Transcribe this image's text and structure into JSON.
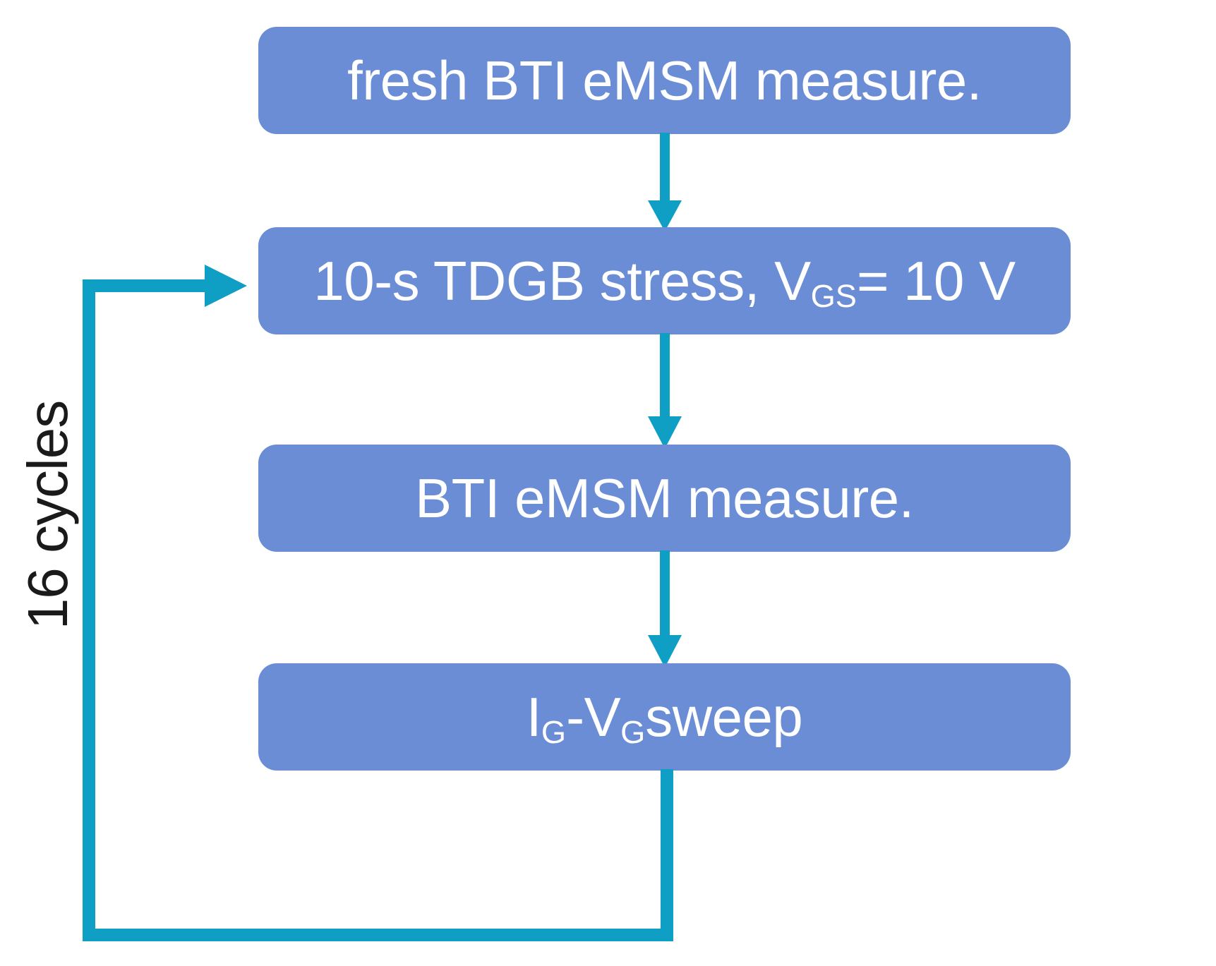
{
  "diagram": {
    "title": "BTI eMSM / TDGB stress cycling measurement flow",
    "colors": {
      "box_fill": "#6b8dd6",
      "box_text": "#ffffff",
      "arrow": "#0f9ec4",
      "loop_line": "#0f9ec4",
      "label_text": "#1a1a1a",
      "background": "#ffffff"
    },
    "cycle_label": "16 cycles",
    "steps": [
      {
        "id": "fresh-measure",
        "text": "fresh BTI eMSM measure.",
        "parts": [
          {
            "type": "text",
            "value": "fresh BTI eMSM measure."
          }
        ]
      },
      {
        "id": "tdgb-stress",
        "text": "10-s TDGB stress, VGS= 10 V",
        "parts": [
          {
            "type": "text",
            "value": "10-s  TDGB stress,  V"
          },
          {
            "type": "sub",
            "value": "GS"
          },
          {
            "type": "text",
            "value": "= 10 V"
          }
        ]
      },
      {
        "id": "bti-measure",
        "text": "BTI eMSM measure.",
        "parts": [
          {
            "type": "text",
            "value": "BTI eMSM measure."
          }
        ]
      },
      {
        "id": "ig-vg-sweep",
        "text": "IG-VG sweep",
        "parts": [
          {
            "type": "text",
            "value": "I"
          },
          {
            "type": "sub",
            "value": "G"
          },
          {
            "type": "text",
            "value": "-V"
          },
          {
            "type": "sub",
            "value": "G"
          },
          {
            "type": "text",
            "value": " sweep"
          }
        ]
      }
    ],
    "connectors": [
      {
        "id": "arrow-fresh-to-stress",
        "from": "fresh-measure",
        "to": "tdgb-stress",
        "kind": "down-arrow"
      },
      {
        "id": "arrow-stress-to-measure",
        "from": "tdgb-stress",
        "to": "bti-measure",
        "kind": "down-arrow"
      },
      {
        "id": "arrow-measure-to-sweep",
        "from": "bti-measure",
        "to": "ig-vg-sweep",
        "kind": "down-arrow"
      },
      {
        "id": "loop-sweep-to-stress",
        "from": "ig-vg-sweep",
        "to": "tdgb-stress",
        "kind": "feedback-loop",
        "label": "16 cycles"
      }
    ]
  }
}
